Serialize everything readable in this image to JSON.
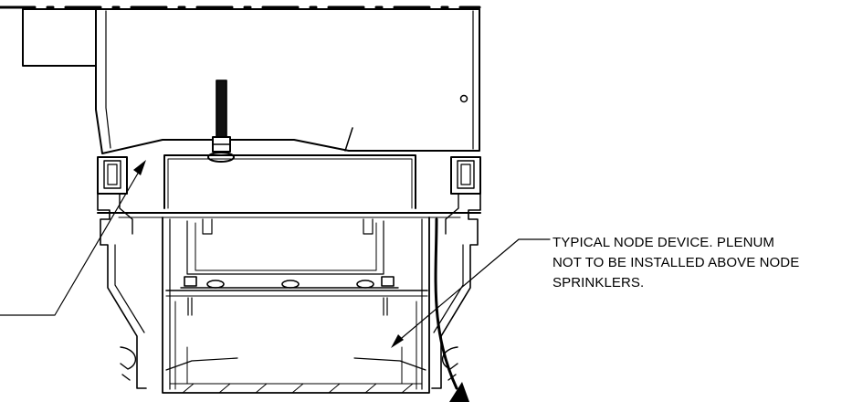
{
  "callouts": {
    "node_device": {
      "lines": [
        "TYPICAL NODE DEVICE.  PLENUM",
        "NOT TO BE INSTALLED ABOVE NODE",
        "SPRINKLERS."
      ]
    }
  },
  "colors": {
    "ink": "#000000",
    "paper": "#ffffff"
  }
}
